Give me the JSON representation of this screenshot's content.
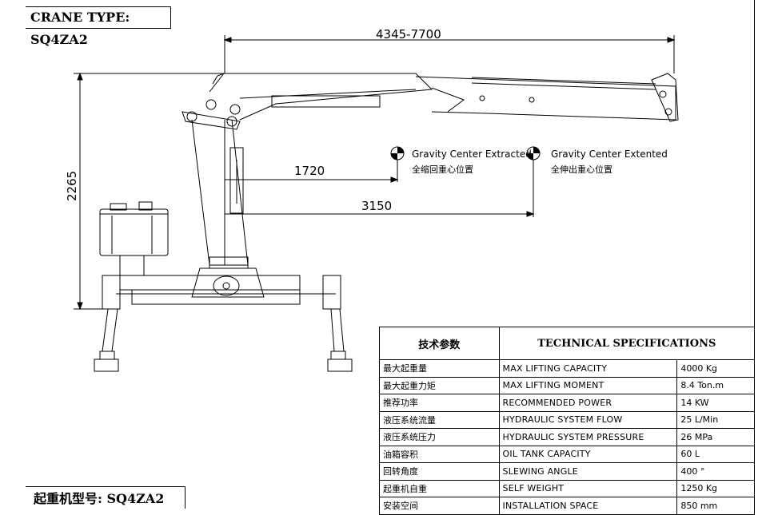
{
  "crane_type_label": "CRANE TYPE: SQ4ZA2",
  "model_label_cn": "起重机型号: SQ4ZA2",
  "dimensions": {
    "span": "4345-7700",
    "height": "2265",
    "gc_extracted_distance": "1720",
    "gc_extented_distance": "3150"
  },
  "legend": {
    "extracted_en": "Gravity Center Extracted",
    "extracted_cn": "全缩回重心位置",
    "extented_en": "Gravity Center Extented",
    "extented_cn": "全伸出重心位置"
  },
  "spec_table": {
    "header_cn": "技术参数",
    "header_en": "TECHNICAL SPECIFICATIONS",
    "rows": [
      {
        "cn": "最大起重量",
        "en": "MAX LIFTING CAPACITY",
        "value": "4000 Kg"
      },
      {
        "cn": "最大起重力矩",
        "en": "MAX LIFTING MOMENT",
        "value": "8.4 Ton.m"
      },
      {
        "cn": "推荐功率",
        "en": "RECOMMENDED POWER",
        "value": "14 KW"
      },
      {
        "cn": "液压系统流量",
        "en": "HYDRAULIC SYSTEM FLOW",
        "value": "25 L/Min"
      },
      {
        "cn": "液压系统压力",
        "en": "HYDRAULIC SYSTEM PRESSURE",
        "value": "26 MPa"
      },
      {
        "cn": "油箱容积",
        "en": "OIL TANK CAPACITY",
        "value": "60 L"
      },
      {
        "cn": "回转角度",
        "en": "SLEWING ANGLE",
        "value": "400 °"
      },
      {
        "cn": "起重机自重",
        "en": "SELF WEIGHT",
        "value": "1250 Kg"
      },
      {
        "cn": "安装空间",
        "en": "INSTALLATION SPACE",
        "value": "850 mm"
      }
    ]
  }
}
